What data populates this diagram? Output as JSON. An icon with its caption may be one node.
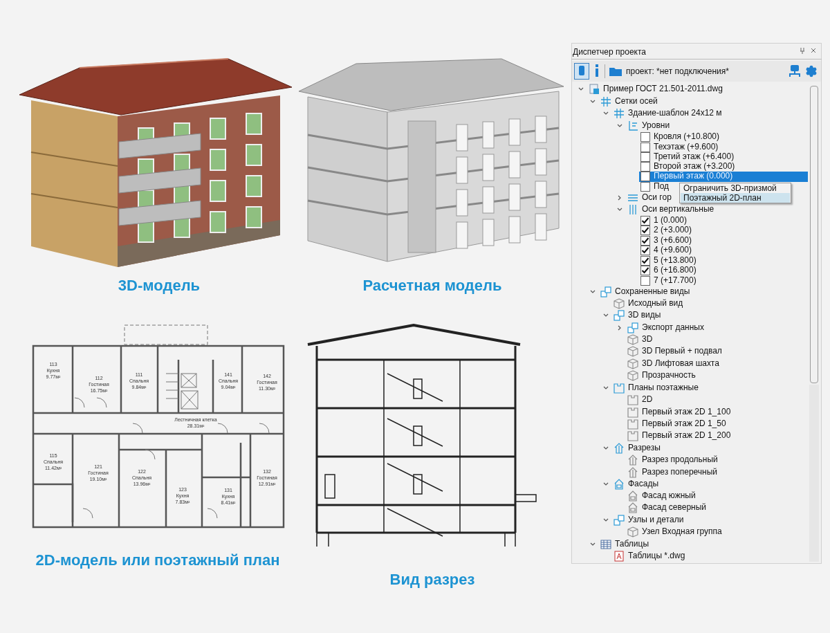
{
  "diagram": {
    "nodes": [
      {
        "text": [
          "113",
          "Кухня",
          "9.77м²"
        ]
      },
      {
        "text": [
          "112",
          "Гостиная",
          "16.75м²"
        ]
      },
      {
        "text": [
          "111",
          "Спальня",
          "9.84м²"
        ]
      },
      {
        "text": [
          "141",
          "Спальня",
          "9.04м²"
        ]
      },
      {
        "text": [
          "142",
          "Гостиная",
          "11.30м²"
        ]
      },
      {
        "text": [
          "Лестничная клетка",
          "28.31м²"
        ]
      },
      {
        "text": [
          "115",
          "Спальня",
          "11.42м²"
        ]
      },
      {
        "text": [
          "121",
          "Гостиная",
          "19.10м²"
        ]
      },
      {
        "text": [
          "122",
          "Спальня",
          "13.96м²"
        ]
      },
      {
        "text": [
          "123",
          "Кухня",
          "7.83м²"
        ]
      },
      {
        "text": [
          "131",
          "Кухня",
          "8.41м²"
        ]
      },
      {
        "text": [
          "132",
          "Гостиная",
          "12.91м²"
        ]
      }
    ],
    "labels": [
      "3D-модель",
      "Расчетная модель",
      "2D-модель или поэтажный план",
      "Вид разрез",
      "Диспетчер проекта",
      "проект: *нет подключения*",
      "Пример ГОСТ 21.501-2011.dwg",
      "Сетки осей",
      "Здание-шаблон 24x12 м",
      "Уровни",
      "Кровля (+10.800)",
      "Техэтаж (+9.600)",
      "Третий этаж (+6.400)",
      "Второй этаж (+3.200)",
      "Первый этаж (0.000)",
      "Под",
      "Оси гор",
      "Оси вертикальные",
      "1 (0.000)",
      "2 (+3.000)",
      "3 (+6.600)",
      "4 (+9.600)",
      "5 (+13.800)",
      "6 (+16.800)",
      "7 (+17.700)",
      "Сохраненные виды",
      "Исходный вид",
      "3D виды",
      "Экспорт данных",
      "3D",
      "3D Первый + подвал",
      "3D Лифтовая шахта",
      "Прозрачность",
      "Планы поэтажные",
      "2D",
      "Первый этаж 2D 1_100",
      "Первый этаж 2D 1_50",
      "Первый этаж 2D 1_200",
      "Разрезы",
      "Разрез продольный",
      "Разрез поперечный",
      "Фасады",
      "Фасад южный",
      "Фасад северный",
      "Узлы и детали",
      "Узел Входная группа",
      "Таблицы",
      "Таблицы *.dwg",
      "Ограничить 3D-призмой",
      "Поэтажный 2D-план"
    ]
  }
}
